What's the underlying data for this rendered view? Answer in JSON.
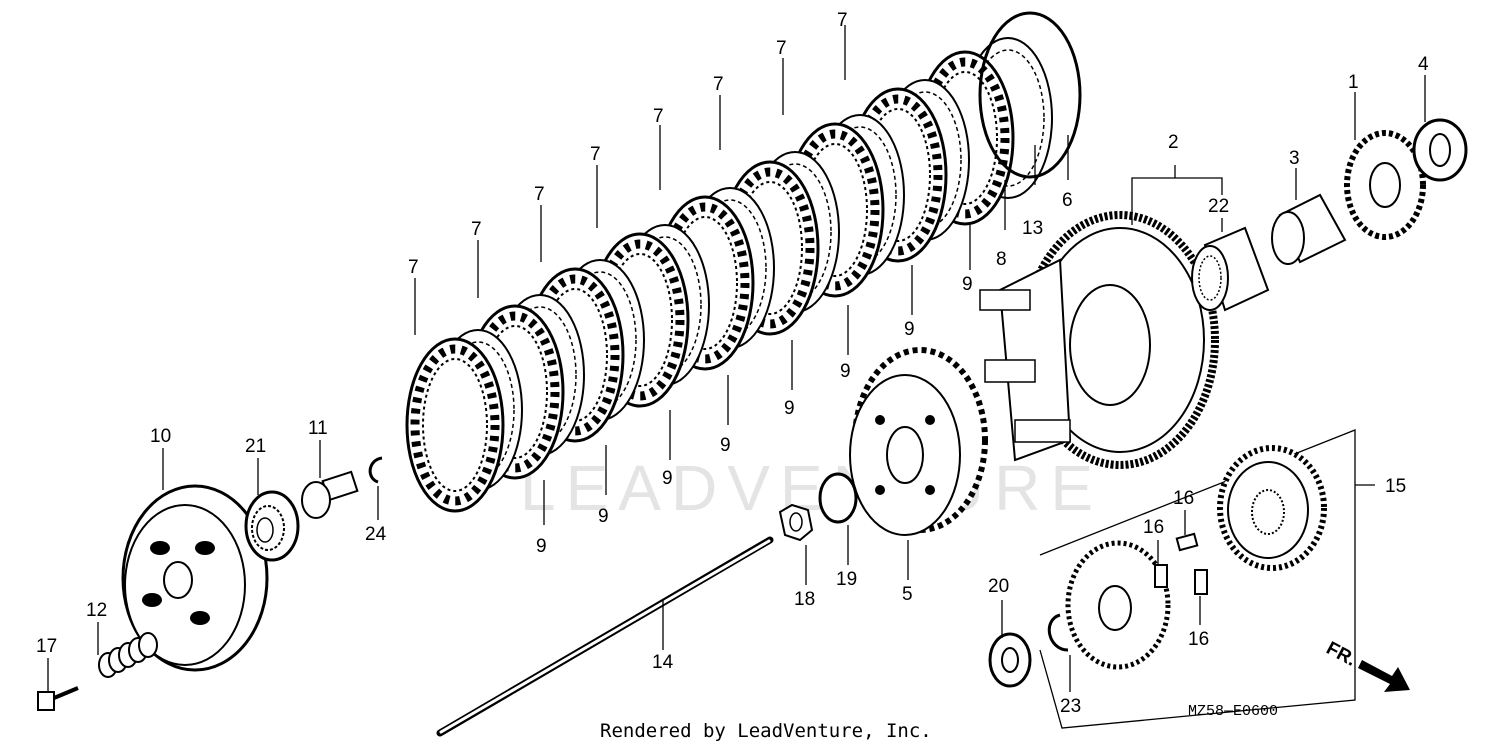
{
  "diagram": {
    "credit": "Rendered by LeadVenture, Inc.",
    "drawing_code": "MZ58—E0600",
    "front_label": "FR.",
    "watermark": "LEADVENTURE",
    "callouts": {
      "n1": "1",
      "n2": "2",
      "n3": "3",
      "n4": "4",
      "n5": "5",
      "n6": "6",
      "n7": "7",
      "n8": "8",
      "n9": "9",
      "n10": "10",
      "n11": "11",
      "n12": "12",
      "n13": "13",
      "n14": "14",
      "n15": "15",
      "n16": "16",
      "n17": "17",
      "n18": "18",
      "n19": "19",
      "n20": "20",
      "n21": "21",
      "n22": "22",
      "n23": "23",
      "n24": "24"
    }
  }
}
